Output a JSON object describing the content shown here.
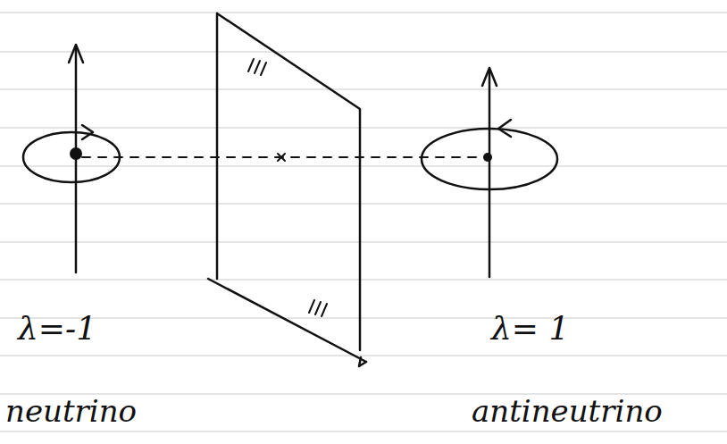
{
  "diagram": {
    "labels": [
      "λ=-1",
      "λ= 1",
      "neutrino",
      "antineutrino"
    ]
  }
}
